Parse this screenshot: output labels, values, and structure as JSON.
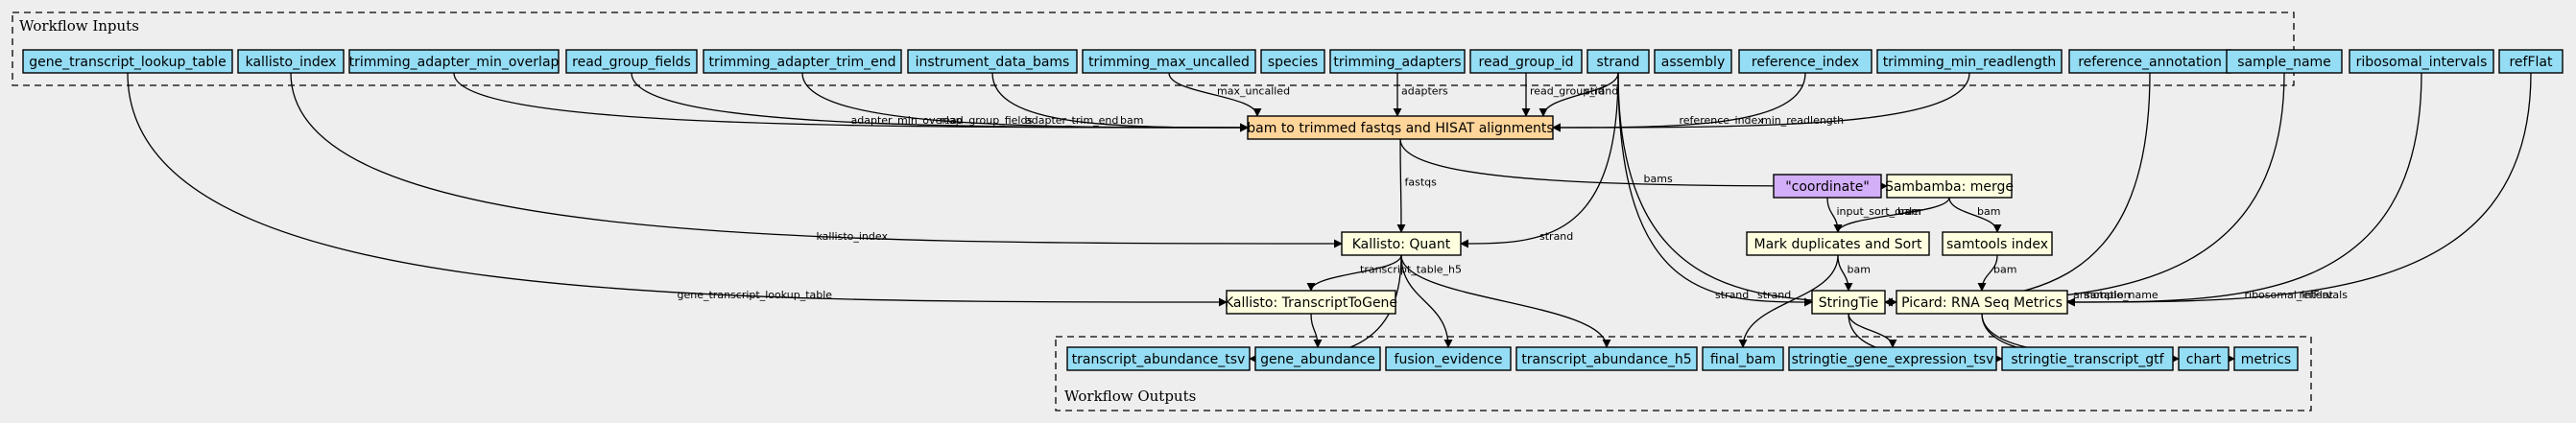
{
  "clusters": {
    "inputs_label": "Workflow Inputs",
    "outputs_label": "Workflow Outputs"
  },
  "colors": {
    "io_node": "#94ddf4",
    "step_node": "#ffffe0",
    "main_step": "#ffd59a",
    "constant": "#d3aef9",
    "background": "#eeeeee"
  },
  "inputs": [
    {
      "id": "gene_transcript_lookup_table",
      "label": "gene_transcript_lookup_table"
    },
    {
      "id": "kallisto_index",
      "label": "kallisto_index"
    },
    {
      "id": "trimming_adapter_min_overlap",
      "label": "trimming_adapter_min_overlap"
    },
    {
      "id": "read_group_fields",
      "label": "read_group_fields"
    },
    {
      "id": "trimming_adapter_trim_end",
      "label": "trimming_adapter_trim_end"
    },
    {
      "id": "instrument_data_bams",
      "label": "instrument_data_bams"
    },
    {
      "id": "trimming_max_uncalled",
      "label": "trimming_max_uncalled"
    },
    {
      "id": "species",
      "label": "species"
    },
    {
      "id": "trimming_adapters",
      "label": "trimming_adapters"
    },
    {
      "id": "read_group_id",
      "label": "read_group_id"
    },
    {
      "id": "strand",
      "label": "strand"
    },
    {
      "id": "assembly",
      "label": "assembly"
    },
    {
      "id": "reference_index",
      "label": "reference_index"
    },
    {
      "id": "trimming_min_readlength",
      "label": "trimming_min_readlength"
    },
    {
      "id": "reference_annotation",
      "label": "reference_annotation"
    },
    {
      "id": "sample_name",
      "label": "sample_name"
    },
    {
      "id": "ribosomal_intervals",
      "label": "ribosomal_intervals"
    },
    {
      "id": "refFlat",
      "label": "refFlat"
    }
  ],
  "steps": [
    {
      "id": "bam_to_trimmed",
      "label": "bam to trimmed fastqs and HISAT alignments"
    },
    {
      "id": "coordinate",
      "label": "\"coordinate\""
    },
    {
      "id": "sambamba_merge",
      "label": "Sambamba: merge"
    },
    {
      "id": "kallisto_quant",
      "label": "Kallisto: Quant"
    },
    {
      "id": "mark_duplicates",
      "label": "Mark duplicates and Sort"
    },
    {
      "id": "samtools_index",
      "label": "samtools index"
    },
    {
      "id": "kallisto_t2g",
      "label": "Kallisto: TranscriptToGene"
    },
    {
      "id": "stringtie",
      "label": "StringTie"
    },
    {
      "id": "picard",
      "label": "Picard: RNA Seq Metrics"
    }
  ],
  "outputs": [
    {
      "id": "transcript_abundance_tsv",
      "label": "transcript_abundance_tsv"
    },
    {
      "id": "gene_abundance",
      "label": "gene_abundance"
    },
    {
      "id": "fusion_evidence",
      "label": "fusion_evidence"
    },
    {
      "id": "transcript_abundance_h5",
      "label": "transcript_abundance_h5"
    },
    {
      "id": "final_bam",
      "label": "final_bam"
    },
    {
      "id": "stringtie_gene_expression_tsv",
      "label": "stringtie_gene_expression_tsv"
    },
    {
      "id": "stringtie_transcript_gtf",
      "label": "stringtie_transcript_gtf"
    },
    {
      "id": "chart",
      "label": "chart"
    },
    {
      "id": "metrics",
      "label": "metrics"
    }
  ],
  "edges": [
    {
      "from": "trimming_adapter_min_overlap",
      "to": "bam_to_trimmed",
      "label": "adapter_min_overlap"
    },
    {
      "from": "read_group_fields",
      "to": "bam_to_trimmed",
      "label": "read_group_fields"
    },
    {
      "from": "trimming_adapter_trim_end",
      "to": "bam_to_trimmed",
      "label": "adapter_trim_end"
    },
    {
      "from": "instrument_data_bams",
      "to": "bam_to_trimmed",
      "label": "bam"
    },
    {
      "from": "trimming_max_uncalled",
      "to": "bam_to_trimmed",
      "label": "max_uncalled"
    },
    {
      "from": "trimming_adapters",
      "to": "bam_to_trimmed",
      "label": "adapters"
    },
    {
      "from": "read_group_id",
      "to": "bam_to_trimmed",
      "label": "read_group_id"
    },
    {
      "from": "strand",
      "to": "bam_to_trimmed",
      "label": "strand"
    },
    {
      "from": "reference_index",
      "to": "bam_to_trimmed",
      "label": "reference_index"
    },
    {
      "from": "trimming_min_readlength",
      "to": "bam_to_trimmed",
      "label": "min_readlength"
    },
    {
      "from": "kallisto_index",
      "to": "kallisto_quant",
      "label": "kallisto_index"
    },
    {
      "from": "gene_transcript_lookup_table",
      "to": "kallisto_t2g",
      "label": "gene_transcript_lookup_table"
    },
    {
      "from": "bam_to_trimmed",
      "to": "kallisto_quant",
      "label": "fastqs"
    },
    {
      "from": "bam_to_trimmed",
      "to": "sambamba_merge",
      "label": "bams"
    },
    {
      "from": "strand",
      "to": "kallisto_quant",
      "label": "strand"
    },
    {
      "from": "strand",
      "to": "stringtie",
      "label": "strand"
    },
    {
      "from": "strand",
      "to": "picard",
      "label": "strand"
    },
    {
      "from": "coordinate",
      "to": "mark_duplicates",
      "label": "input_sort_order"
    },
    {
      "from": "sambamba_merge",
      "to": "mark_duplicates",
      "label": "bam"
    },
    {
      "from": "sambamba_merge",
      "to": "samtools_index",
      "label": "bam"
    },
    {
      "from": "kallisto_quant",
      "to": "kallisto_t2g",
      "label": "transcript_table_h5"
    },
    {
      "from": "mark_duplicates",
      "to": "stringtie",
      "label": "bam"
    },
    {
      "from": "samtools_index",
      "to": "picard",
      "label": "bam"
    },
    {
      "from": "reference_annotation",
      "to": "stringtie",
      "label": "reference_annotation"
    },
    {
      "from": "sample_name",
      "to": "stringtie",
      "label": "sample_name"
    },
    {
      "from": "ribosomal_intervals",
      "to": "picard",
      "label": "ribosomal_intervals"
    },
    {
      "from": "refFlat",
      "to": "picard",
      "label": "refFlat"
    },
    {
      "from": "kallisto_quant",
      "to": "transcript_abundance_tsv",
      "label": ""
    },
    {
      "from": "kallisto_t2g",
      "to": "gene_abundance",
      "label": ""
    },
    {
      "from": "kallisto_quant",
      "to": "fusion_evidence",
      "label": ""
    },
    {
      "from": "kallisto_quant",
      "to": "transcript_abundance_h5",
      "label": ""
    },
    {
      "from": "mark_duplicates",
      "to": "final_bam",
      "label": ""
    },
    {
      "from": "stringtie",
      "to": "stringtie_gene_expression_tsv",
      "label": ""
    },
    {
      "from": "stringtie",
      "to": "stringtie_transcript_gtf",
      "label": ""
    },
    {
      "from": "picard",
      "to": "chart",
      "label": ""
    },
    {
      "from": "picard",
      "to": "metrics",
      "label": ""
    }
  ]
}
